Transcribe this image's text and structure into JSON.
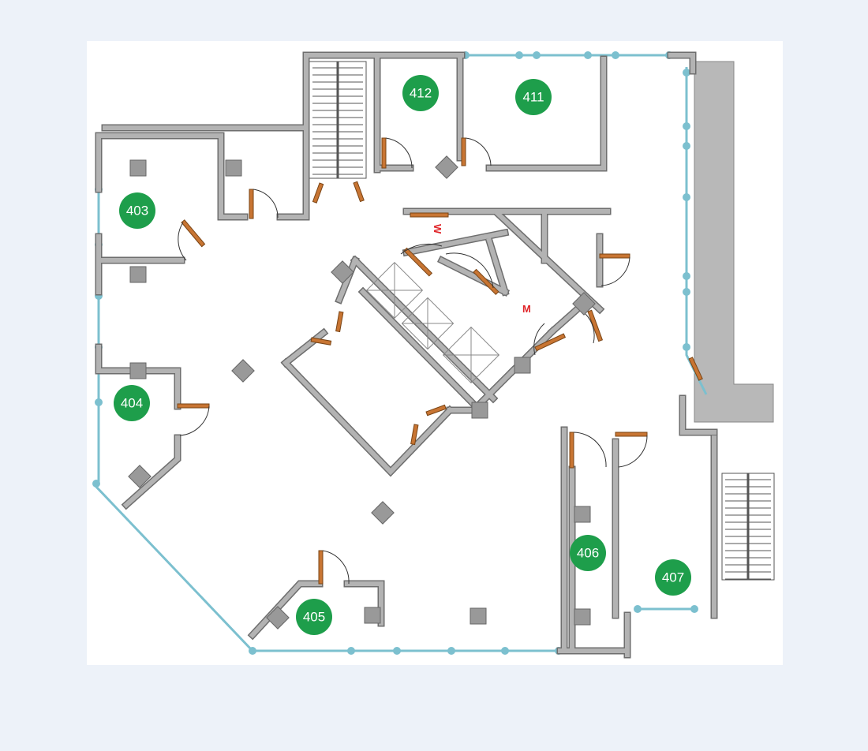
{
  "floor_plan": {
    "rooms": [
      {
        "id": "403",
        "label": "403"
      },
      {
        "id": "404",
        "label": "404"
      },
      {
        "id": "405",
        "label": "405"
      },
      {
        "id": "406",
        "label": "406"
      },
      {
        "id": "407",
        "label": "407"
      },
      {
        "id": "411",
        "label": "411"
      },
      {
        "id": "412",
        "label": "412"
      }
    ],
    "restrooms": {
      "women": "W",
      "men": "M"
    },
    "colors": {
      "room_badge": "#1e9e4b",
      "exterior_wall": "#7cc0cf",
      "interior_wall": "#b3b3b3",
      "door": "#c87533",
      "restroom_mark": "#e0262a",
      "background": "#edf2f9"
    }
  }
}
